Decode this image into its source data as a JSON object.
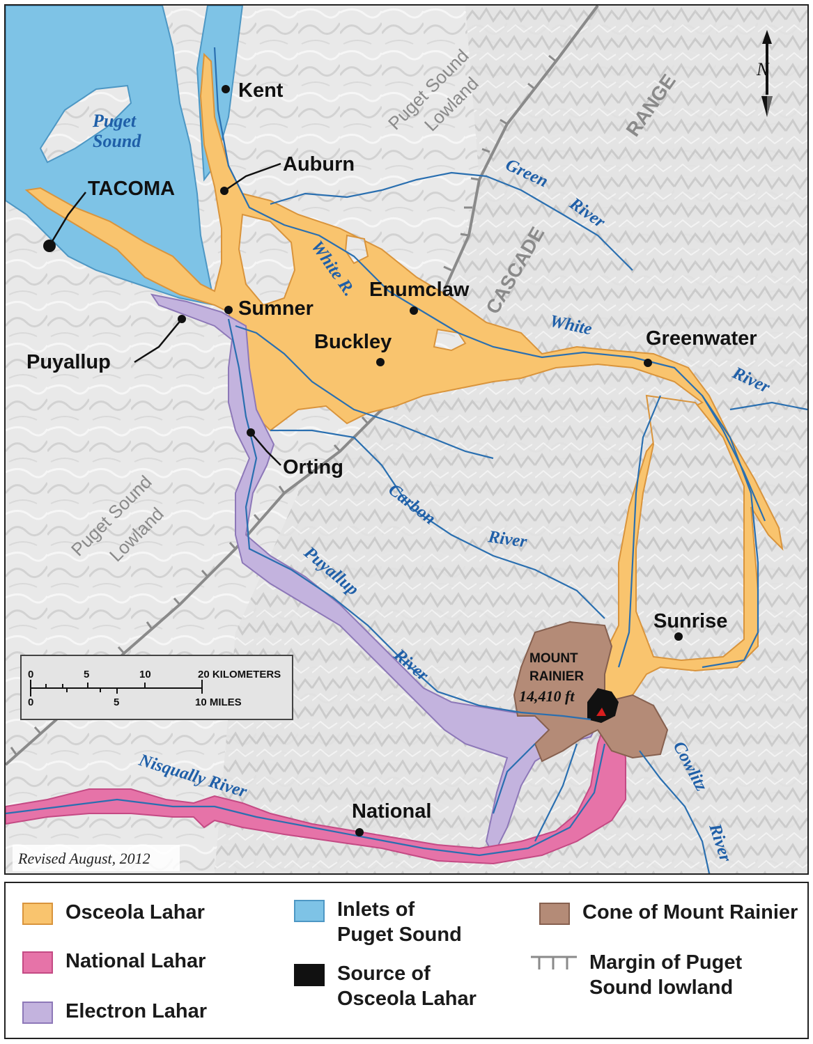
{
  "cities": {
    "kent": "Kent",
    "auburn": "Auburn",
    "tacoma": "TACOMA",
    "sumner": "Sumner",
    "enumclaw": "Enumclaw",
    "buckley": "Buckley",
    "greenwater": "Greenwater",
    "puyallup": "Puyallup",
    "orting": "Orting",
    "sunrise": "Sunrise",
    "national": "National"
  },
  "water": {
    "puget_sound_line1": "Puget",
    "puget_sound_line2": "Sound"
  },
  "rivers": {
    "white_r": "White R.",
    "green": "Green",
    "river_green": "River",
    "white": "White",
    "river_white": "River",
    "carbon": "Carbon",
    "river_carbon": "River",
    "puyallup": "Puyallup",
    "river_puyallup": "River",
    "nisqually": "Nisqually River",
    "cowlitz": "Cowlitz",
    "river_cowlitz": "River"
  },
  "regions": {
    "puget_lowland_ne_1": "Puget Sound",
    "puget_lowland_ne_2": "Lowland",
    "puget_lowland_sw_1": "Puget Sound",
    "puget_lowland_sw_2": "Lowland",
    "cascade": "CASCADE",
    "range": "RANGE"
  },
  "mountain": {
    "name_line1": "MOUNT",
    "name_line2": "RAINIER",
    "elevation": "14,410 ft"
  },
  "north_arrow": {
    "label": "N"
  },
  "scale_bar": {
    "km_ticks": [
      "0",
      "5",
      "10",
      "20 KILOMETERS"
    ],
    "mile_ticks": [
      "0",
      "5",
      "10 MILES"
    ]
  },
  "revision_note": "Revised August, 2012",
  "legend": {
    "items": [
      {
        "label": "Osceola Lahar",
        "color": "#f9c46e"
      },
      {
        "label": "National Lahar",
        "color": "#e673a8"
      },
      {
        "label": "Electron Lahar",
        "color": "#c3b3de"
      },
      {
        "label": "Inlets of\nPuget Sound",
        "color": "#7ec3e6"
      },
      {
        "label": "Source of\nOsceola Lahar",
        "color": "#111111"
      },
      {
        "label": "Cone of Mount Rainier",
        "color": "#b48b77"
      },
      {
        "label": "Margin of Puget\nSound lowland",
        "color": "#8a8a8a"
      }
    ]
  },
  "colors": {
    "osceola": "#f9c46e",
    "national": "#e673a8",
    "electron": "#c3b3de",
    "water": "#7ec3e6",
    "source": "#111111",
    "cone": "#b48b77",
    "river_line": "#2a6fb0",
    "terrain": "#e7e7e7",
    "margin": "#8a8a8a"
  }
}
